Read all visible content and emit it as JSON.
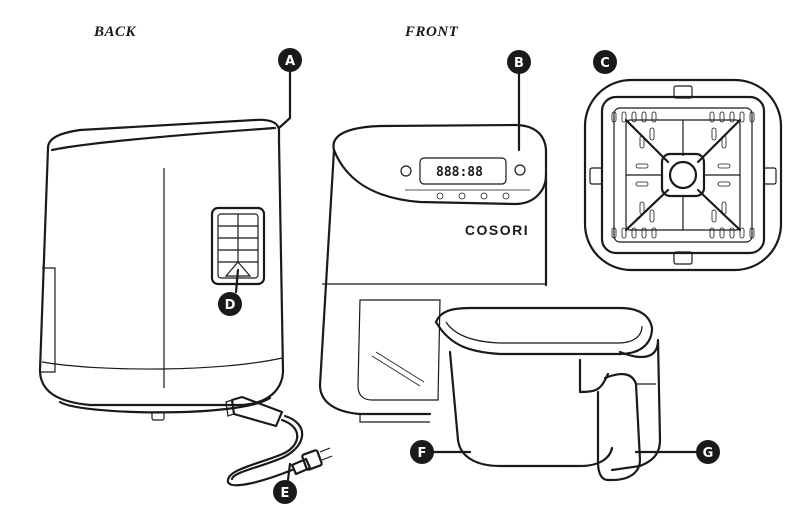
{
  "view_labels": {
    "back": "BACK",
    "front": "FRONT"
  },
  "brand": "COSORI",
  "display_digits": "888:88",
  "callouts": [
    {
      "letter": "A"
    },
    {
      "letter": "B"
    },
    {
      "letter": "C"
    },
    {
      "letter": "D"
    },
    {
      "letter": "E"
    },
    {
      "letter": "F"
    },
    {
      "letter": "G"
    }
  ]
}
